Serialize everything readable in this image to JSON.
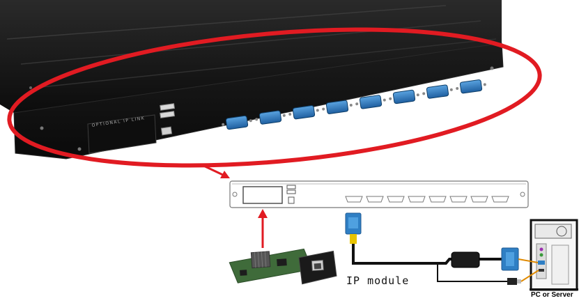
{
  "labels": {
    "device_panel_text": "OPTIONAL IP LINK",
    "ip_module": "IP module",
    "pc_server": "PC or Server"
  },
  "device": {
    "vga_port_count": 8
  },
  "colors": {
    "highlight_ellipse": "#e11b22",
    "arrow": "#e11b22",
    "device_body": "#161616",
    "vga_port": "#2f7fc4",
    "cable": "#111111"
  }
}
